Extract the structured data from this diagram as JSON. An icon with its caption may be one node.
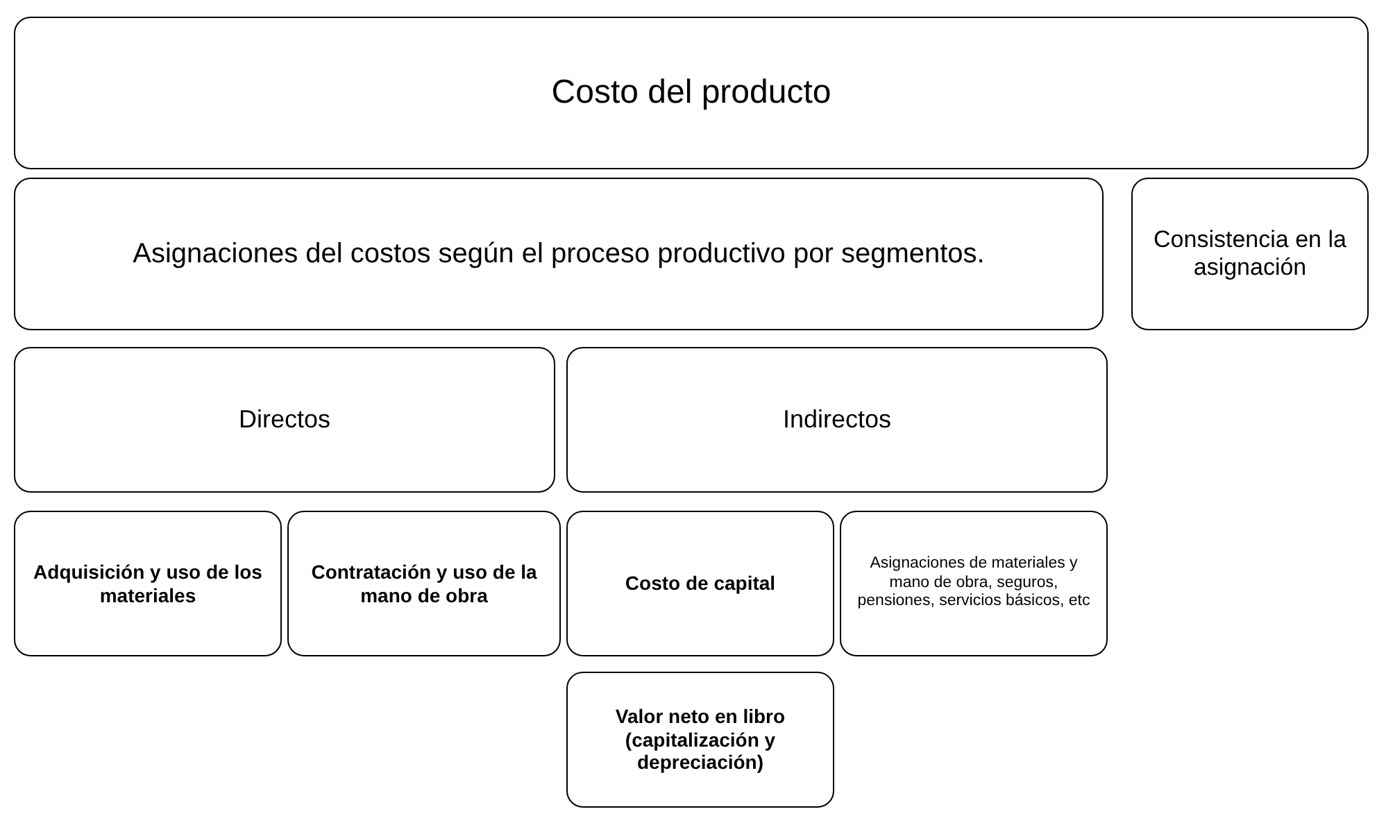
{
  "diagram": {
    "nodes": [
      {
        "text": [
          "Costo del producto"
        ]
      },
      {
        "text": [
          "Asignaciones del costos según el proceso productivo por segmentos."
        ]
      },
      {
        "text": [
          "Consistencia en la asignación"
        ]
      },
      {
        "text": [
          "Directos"
        ]
      },
      {
        "text": [
          "Indirectos"
        ]
      },
      {
        "text": [
          "Adquisición y uso de los materiales"
        ]
      },
      {
        "text": [
          "Contratación y uso de la mano de obra"
        ]
      },
      {
        "text": [
          "Costo de capital"
        ]
      },
      {
        "text": [
          "Asignaciones de materiales y mano de obra, seguros, pensiones, servicios básicos, etc"
        ]
      },
      {
        "text": [
          "Valor neto en libro (capitalización y depreciación)"
        ]
      }
    ]
  }
}
